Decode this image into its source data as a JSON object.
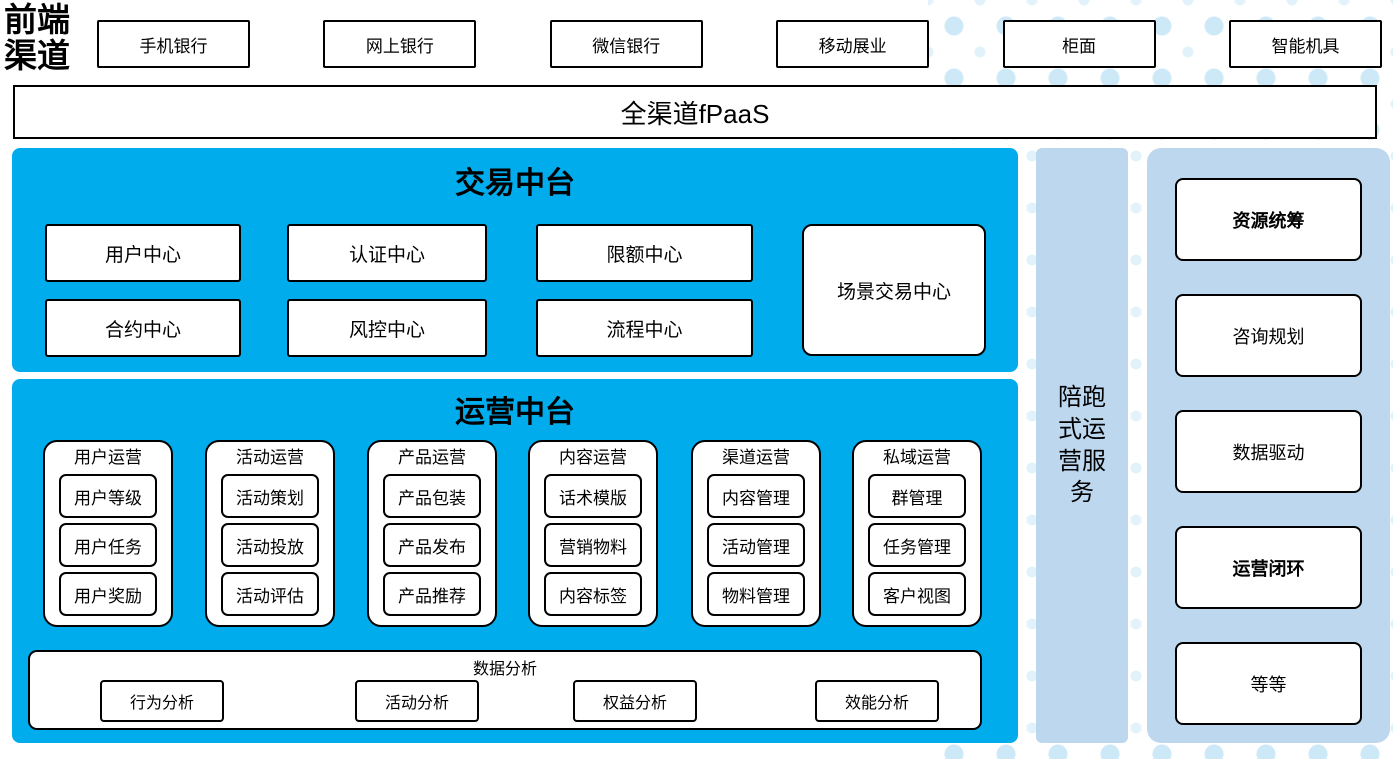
{
  "colors": {
    "primary_blue": "#00ACEC",
    "light_blue": "#BDD7EE",
    "dot_light": "#CDE9F7",
    "dot_lighter": "#E2F2FA"
  },
  "front_channels": {
    "label": "前端渠道",
    "items": [
      "手机银行",
      "网上银行",
      "微信银行",
      "移动展业",
      "柜面",
      "智能机具"
    ]
  },
  "fpaas_bar": {
    "label": "全渠道fPaaS"
  },
  "trade_platform": {
    "title": "交易中台",
    "row1": [
      "用户中心",
      "认证中心",
      "限额中心"
    ],
    "row2": [
      "合约中心",
      "风控中心",
      "流程中心"
    ],
    "scene_center": "场景交易中心"
  },
  "ops_platform": {
    "title": "运营中台",
    "columns": [
      {
        "header": "用户运营",
        "items": [
          "用户等级",
          "用户任务",
          "用户奖励"
        ]
      },
      {
        "header": "活动运营",
        "items": [
          "活动策划",
          "活动投放",
          "活动评估"
        ]
      },
      {
        "header": "产品运营",
        "items": [
          "产品包装",
          "产品发布",
          "产品推荐"
        ]
      },
      {
        "header": "内容运营",
        "items": [
          "话术模版",
          "营销物料",
          "内容标签"
        ]
      },
      {
        "header": "渠道运营",
        "items": [
          "内容管理",
          "活动管理",
          "物料管理"
        ]
      },
      {
        "header": "私域运营",
        "items": [
          "群管理",
          "任务管理",
          "客户视图"
        ]
      }
    ],
    "analysis": {
      "title": "数据分析",
      "items": [
        "行为分析",
        "活动分析",
        "权益分析",
        "效能分析"
      ]
    }
  },
  "companion_bar": {
    "label": "陪跑式运营服务"
  },
  "right_panel": {
    "items": [
      {
        "label": "资源统筹",
        "bold": true
      },
      {
        "label": "咨询规划",
        "bold": false
      },
      {
        "label": "数据驱动",
        "bold": false
      },
      {
        "label": "运营闭环",
        "bold": true
      },
      {
        "label": "等等",
        "bold": false
      }
    ]
  }
}
